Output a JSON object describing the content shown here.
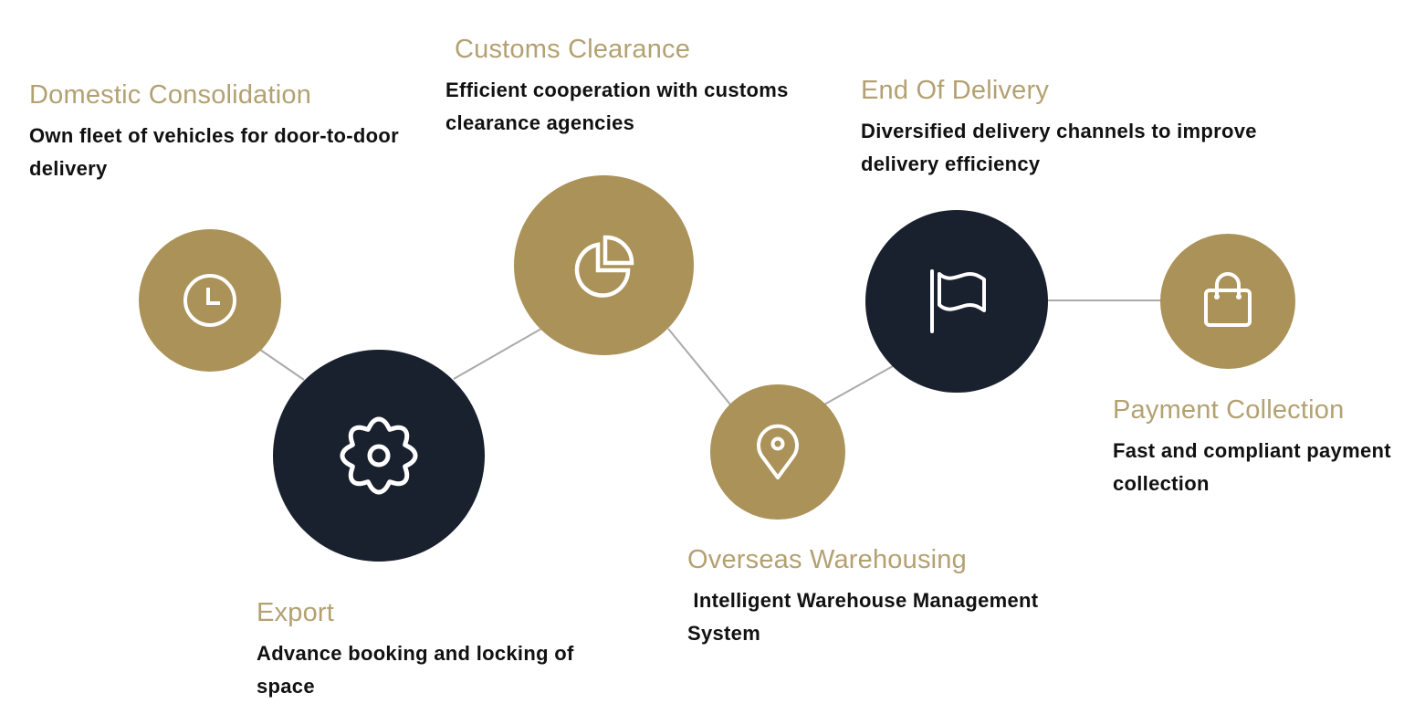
{
  "colors": {
    "gold": "#ab9259",
    "navy": "#19202e",
    "title_text": "#b3a172",
    "body_text": "#111111",
    "connector": "#aaaaaa"
  },
  "steps": [
    {
      "title": "Domestic Consolidation",
      "description": "Own fleet of vehicles for door-to-door delivery",
      "icon": "clock-icon",
      "style": "gold"
    },
    {
      "title": "Export",
      "description": "Advance booking and locking of space",
      "icon": "gear-icon",
      "style": "navy"
    },
    {
      "title": "Customs Clearance",
      "description": "Efficient cooperation with customs clearance agencies",
      "icon": "pie-chart-icon",
      "style": "gold"
    },
    {
      "title": "Overseas Warehousing",
      "description": " Intelligent Warehouse Management System",
      "icon": "map-pin-icon",
      "style": "gold"
    },
    {
      "title": "End Of Delivery",
      "description": "Diversified delivery channels to improve delivery efficiency",
      "icon": "flag-icon",
      "style": "navy"
    },
    {
      "title": "Payment Collection",
      "description": "Fast and compliant payment collection",
      "icon": "shopping-bag-icon",
      "style": "gold"
    }
  ]
}
